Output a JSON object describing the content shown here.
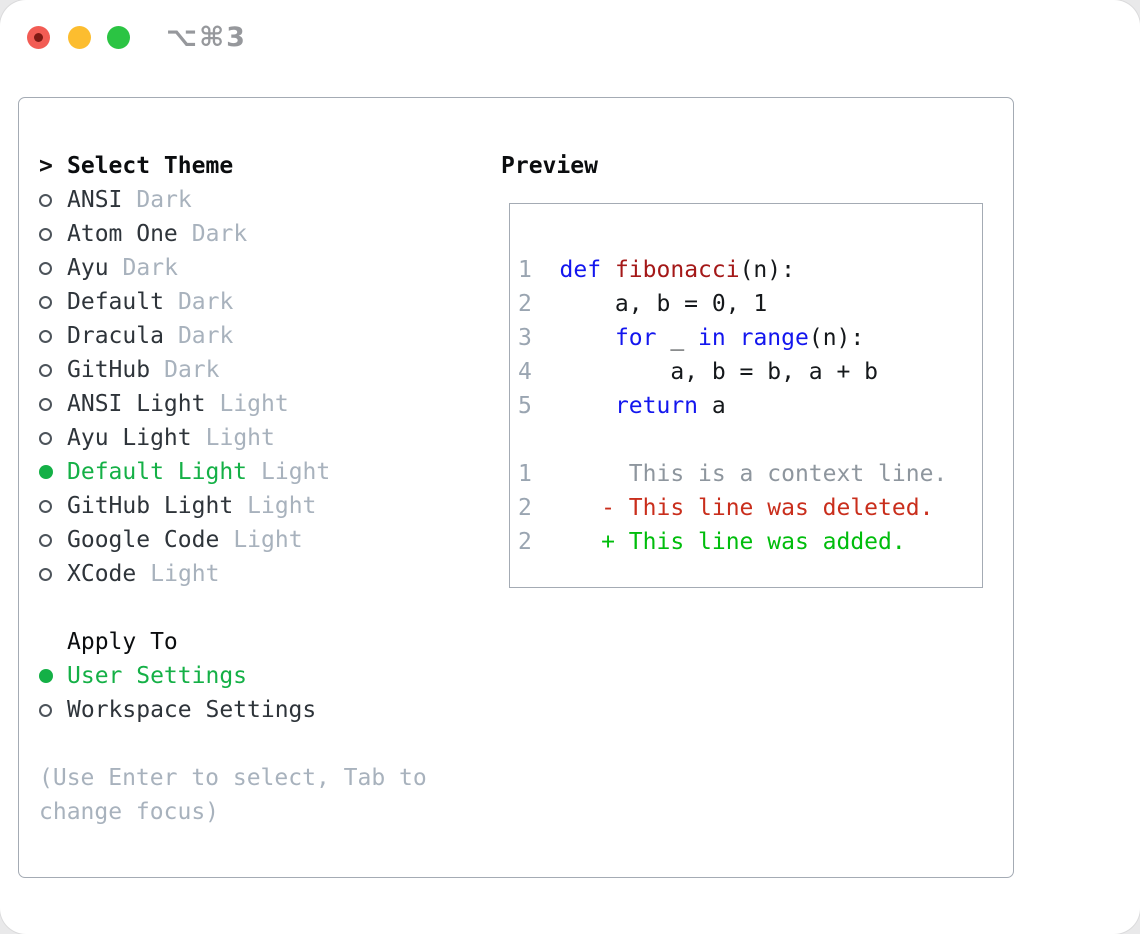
{
  "window": {
    "title": "⌥⌘3",
    "traffic_lights": [
      "close",
      "minimize",
      "zoom"
    ]
  },
  "colors": {
    "accent_green": "#14b046",
    "added_green": "#00bd0c",
    "deleted_red": "#c92e1c",
    "keyword_blue": "#1316ee",
    "function_red": "#a41818",
    "line_number_gray": "#9aa5b1",
    "context_gray": "#8e969e",
    "muted_gray": "#a8b2bd",
    "text_dark": "#2e343a",
    "border_gray": "#a4abb4",
    "traffic_red": "#f25c54",
    "traffic_yellow": "#fcbd2f",
    "traffic_green": "#2bc443"
  },
  "theme_selector": {
    "prompt": ">",
    "title": "Select Theme",
    "items": [
      {
        "name": "ANSI",
        "tag": "Dark",
        "selected": false
      },
      {
        "name": "Atom One",
        "tag": "Dark",
        "selected": false
      },
      {
        "name": "Ayu",
        "tag": "Dark",
        "selected": false
      },
      {
        "name": "Default",
        "tag": "Dark",
        "selected": false
      },
      {
        "name": "Dracula",
        "tag": "Dark",
        "selected": false
      },
      {
        "name": "GitHub",
        "tag": "Dark",
        "selected": false
      },
      {
        "name": "ANSI Light",
        "tag": "Light",
        "selected": false
      },
      {
        "name": "Ayu Light",
        "tag": "Light",
        "selected": false
      },
      {
        "name": "Default Light",
        "tag": "Light",
        "selected": true
      },
      {
        "name": "GitHub Light",
        "tag": "Light",
        "selected": false
      },
      {
        "name": "Google Code",
        "tag": "Light",
        "selected": false
      },
      {
        "name": "XCode",
        "tag": "Light",
        "selected": false
      }
    ]
  },
  "apply_to": {
    "title": "Apply To",
    "options": [
      {
        "label": "User Settings",
        "selected": true
      },
      {
        "label": "Workspace Settings",
        "selected": false
      }
    ]
  },
  "hint": "(Use Enter to select, Tab to change focus)",
  "preview": {
    "title": "Preview",
    "code_lines": [
      {
        "num": "1",
        "segments": [
          {
            "c": "kw",
            "t": "def"
          },
          {
            "c": "plain",
            "t": " "
          },
          {
            "c": "fn",
            "t": "fibonacci"
          },
          {
            "c": "plain",
            "t": "(n):"
          }
        ]
      },
      {
        "num": "2",
        "segments": [
          {
            "c": "plain",
            "t": "    a, b = 0, 1"
          }
        ]
      },
      {
        "num": "3",
        "segments": [
          {
            "c": "plain",
            "t": "    "
          },
          {
            "c": "kw",
            "t": "for"
          },
          {
            "c": "plain",
            "t": " _ "
          },
          {
            "c": "kw",
            "t": "in"
          },
          {
            "c": "plain",
            "t": " "
          },
          {
            "c": "kw",
            "t": "range"
          },
          {
            "c": "plain",
            "t": "(n):"
          }
        ]
      },
      {
        "num": "4",
        "segments": [
          {
            "c": "plain",
            "t": "        a, b = b, a + b"
          }
        ]
      },
      {
        "num": "5",
        "segments": [
          {
            "c": "plain",
            "t": "    "
          },
          {
            "c": "kw",
            "t": "return"
          },
          {
            "c": "plain",
            "t": " a"
          }
        ]
      },
      {
        "num": "",
        "segments": []
      },
      {
        "num": "1",
        "segments": [
          {
            "c": "ctx",
            "t": "     This is a context line."
          }
        ]
      },
      {
        "num": "2",
        "segments": [
          {
            "c": "del",
            "t": "   - This line was deleted."
          }
        ]
      },
      {
        "num": "2",
        "segments": [
          {
            "c": "add",
            "t": "   + This line was added."
          }
        ]
      }
    ]
  }
}
